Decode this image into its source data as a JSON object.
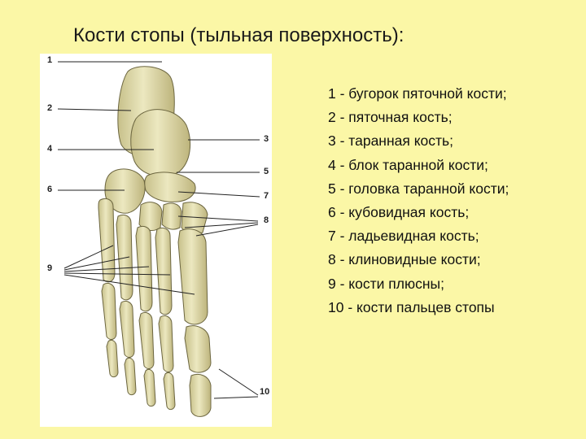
{
  "title": "Кости стопы (тыльная поверхность):",
  "legend": [
    "1 - бугорок пяточной кости;",
    "2 - пяточная кость;",
    "3 - таранная кость;",
    "4 - блок таранной кости;",
    "5 - головка таранной кости;",
    "6 - кубовидная кость;",
    "7 - ладьевидная кость;",
    "8 - клиновидные кости;",
    "9 - кости плюсны;",
    "10 - кости пальцев стопы"
  ],
  "figure_numbers": {
    "n1": "1",
    "n2": "2",
    "n3": "3",
    "n4": "4",
    "n5": "5",
    "n6": "6",
    "n7": "7",
    "n8": "8",
    "n9": "9",
    "n10": "10"
  },
  "colors": {
    "background": "#fbf7a6",
    "bone": "#e7e3b4",
    "bone_shadow": "#bdb47c"
  }
}
